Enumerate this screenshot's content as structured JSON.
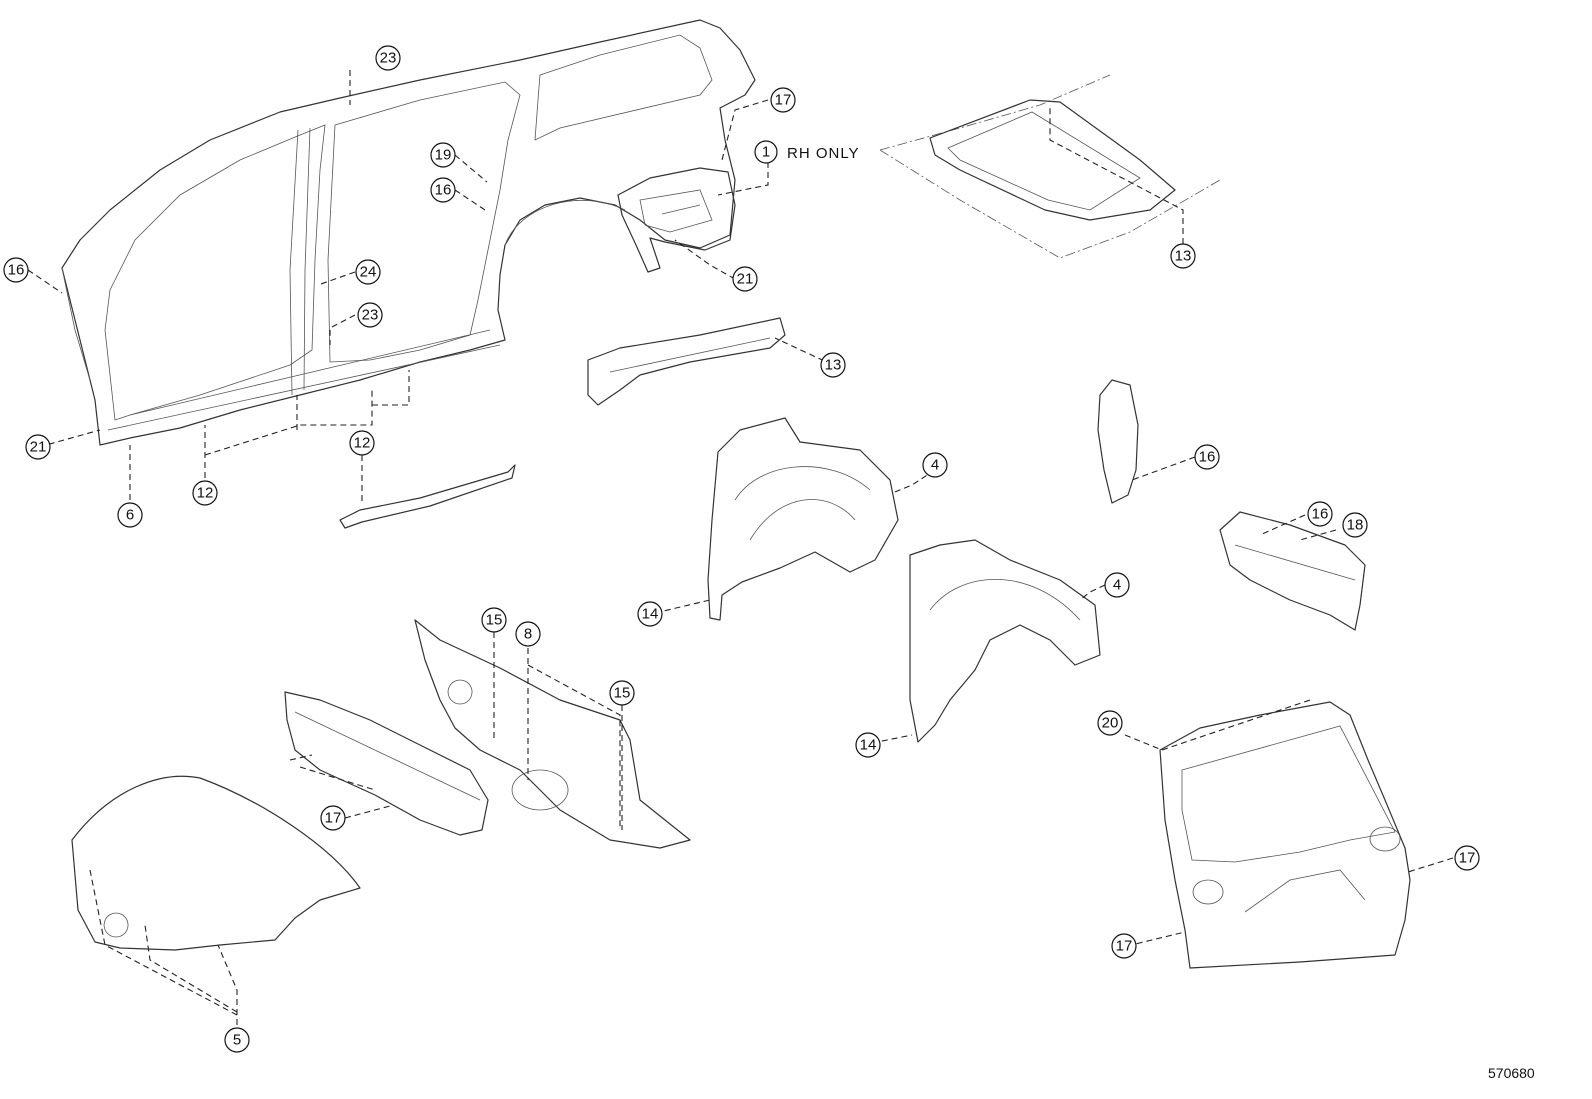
{
  "figure_id": "570680",
  "rh_note": "RH ONLY",
  "callouts": {
    "c23a": "23",
    "c17a": "17",
    "c19": "19",
    "c1": "1",
    "c16a": "16",
    "c16b": "16",
    "c24": "24",
    "c23b": "23",
    "c21a": "21",
    "c21b": "21",
    "c12a": "12",
    "c12b": "12",
    "c6": "6",
    "c13a": "13",
    "c13b": "13",
    "c4a": "4",
    "c4b": "4",
    "c14a": "14",
    "c14b": "14",
    "c16c": "16",
    "c16d": "16",
    "c18": "18",
    "c15a": "15",
    "c8": "8",
    "c15b": "15",
    "c17b": "17",
    "c20": "20",
    "c17c": "17",
    "c17d": "17",
    "c5": "5"
  }
}
